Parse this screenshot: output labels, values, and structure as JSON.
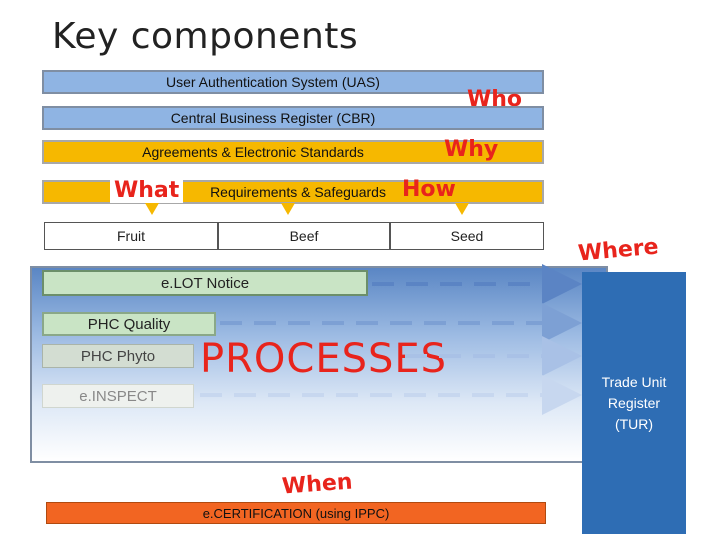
{
  "title": "Key components",
  "layers": {
    "uas": "User Authentication System (UAS)",
    "cbr": "Central Business Register (CBR)",
    "agreements": "Agreements & Electronic Standards",
    "requirements": "Requirements & Safeguards"
  },
  "questions": {
    "who": "Who",
    "why": "Why",
    "what": "What",
    "how": "How",
    "where": "Where",
    "when": "When"
  },
  "commodities": [
    "Fruit",
    "Beef",
    "Seed"
  ],
  "processes": {
    "label": "PROCESSES",
    "items": [
      "e.LOT Notice",
      "PHC Quality",
      "PHC Phyto",
      "e.INSPECT"
    ]
  },
  "tur_label": "Trade Unit Register (TUR)",
  "ecert_label": "e.CERTIFICATION (using IPPC)",
  "colors": {
    "blue_layer": "#8fb4e3",
    "gold_layer": "#f6b800",
    "question_red": "#e8241c",
    "tur_blue": "#2e6db4",
    "ecert_orange": "#f26522",
    "arrow_blue": "#5b84c4"
  }
}
